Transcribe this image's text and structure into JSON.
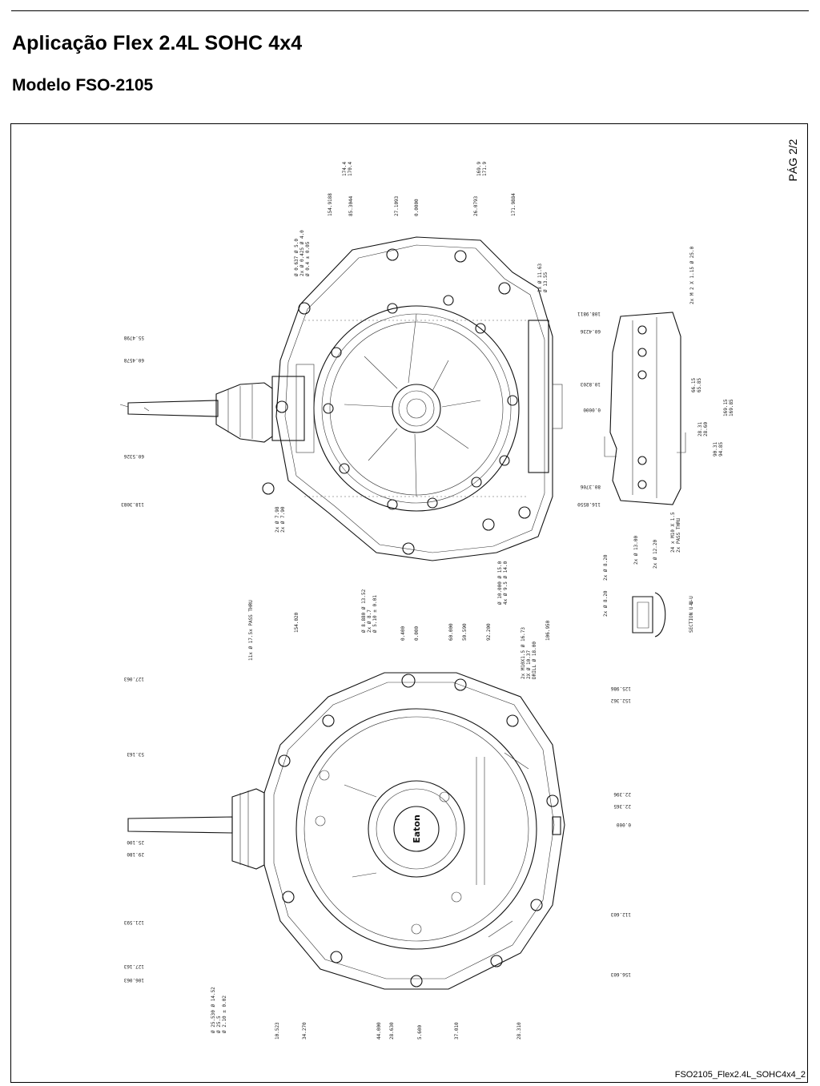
{
  "header": {
    "title": "Aplicação Flex 2.4L SOHC 4x4",
    "subtitle": "Modelo FSO-2105"
  },
  "page_marker": "PÁG 2/2",
  "footer_code": "FSO2105_Flex2.4L_SOHC4x4_2",
  "drawing": {
    "logo": "Eaton",
    "dims_left_top": [
      "55.4798",
      "60.4578",
      "60.5326",
      "118.3083"
    ],
    "dims_left_bottom": [
      "127.063",
      "53.163",
      "25.100",
      "29.180",
      "121.593",
      "127.163",
      "106.063"
    ],
    "dims_top_row": [
      "154.9188",
      "174.4\n170.4",
      "85.3044",
      "27.1093",
      "0.0000",
      "26.0793",
      "169.9\n171.9",
      "171.9884"
    ],
    "dims_right_column_top": [
      "108.9811",
      "60.4236",
      "10.8203",
      "0.0000",
      "80.3706",
      "116.8550"
    ],
    "dims_right_column_bottom": [
      "125.986",
      "152.362",
      "22.396",
      "22.365",
      "0.000",
      "112.603",
      "156.603"
    ],
    "dims_mid_row": [
      "154.020",
      "0.400",
      "0.000",
      "60.000",
      "50.590",
      "92.200",
      "106.950"
    ],
    "dims_bottom_row": [
      "10.523",
      "34.270",
      "44.000",
      "28.630",
      "5.600",
      "37.010",
      "28.310"
    ],
    "callouts": [
      "Ø 0.637 Ø 5.0\n2x Ø 0.425 Ø 4.0\nØ 0.4 ± 0.05",
      "2x Ø 11.63\nØ 13.55",
      "2x M 2 X 1.15 Ø 25.0",
      "2x Ø 7.98\n2x Ø 7.90",
      "2x Ø 13.00",
      "24 x M10 X 1.5\n2x PASS THRU",
      "11x Ø 17.5x PASS THRU",
      "Ø 8.880 Ø 13.52\n2x Ø 8.7\nØ 5.10 ± 0.01",
      "Ø 10.000 Ø 15.0\n4x Ø 9.5 Ø 14.0",
      "2x M10X1.5 Ø 16.73\n2X Ø 10.37\nDRILL Ø 18.00",
      "Ø 25.530 Ø 14.52\nØ 25.5\nØ 2.10 ± 0.02",
      "2x Ø 8.20",
      "2x Ø 8.20",
      "2x Ø 12.20",
      "SECTION U-U",
      "U-U"
    ],
    "section_dims": [
      "66.15\n65.85",
      "169.15\n169.85",
      "28.31\n28.60",
      "90.31\n94.85"
    ]
  }
}
